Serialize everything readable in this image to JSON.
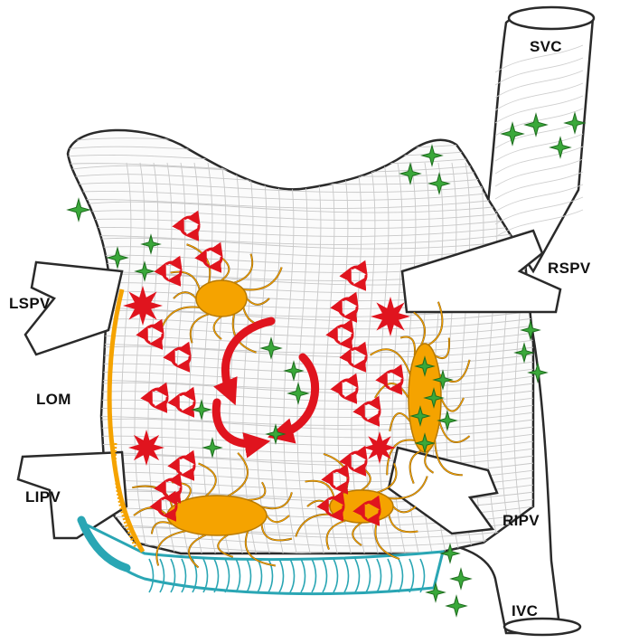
{
  "labels": {
    "svc": "SVC",
    "rspv": "RSPV",
    "lspv": "LSPV",
    "lom": "LOM",
    "lipv": "LIPV",
    "ripv": "RIPV",
    "ivc": "IVC"
  },
  "colors": {
    "outline": "#2a2a2a",
    "fibers": "#c8c8c8",
    "ganglia": "#f5a300",
    "rotors": "#e0141e",
    "stars": "#3aa83a",
    "coronary_sinus": "#2aa6b4"
  }
}
